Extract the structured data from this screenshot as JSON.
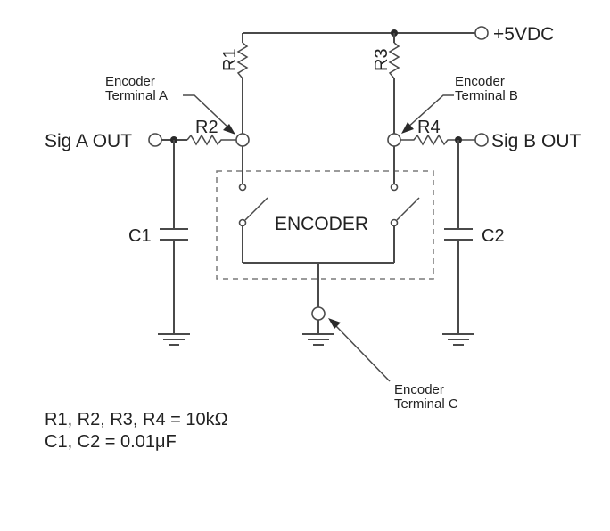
{
  "diagram": {
    "title": "Encoder output pull-up and RC filter circuit",
    "supply_label": "+5VDC",
    "resistors": [
      {
        "id": "R1",
        "label": "R1"
      },
      {
        "id": "R2",
        "label": "R2"
      },
      {
        "id": "R3",
        "label": "R3"
      },
      {
        "id": "R4",
        "label": "R4"
      }
    ],
    "capacitors": [
      {
        "id": "C1",
        "label": "C1"
      },
      {
        "id": "C2",
        "label": "C2"
      }
    ],
    "outputs": {
      "sig_a": "Sig A OUT",
      "sig_b": "Sig B OUT"
    },
    "encoder_label": "ENCODER",
    "callouts": {
      "terminal_a": [
        "Encoder",
        "Terminal A"
      ],
      "terminal_b": [
        "Encoder",
        "Terminal B"
      ],
      "terminal_c": [
        "Encoder",
        "Terminal C"
      ]
    },
    "notes": [
      "R1, R2, R3, R4 = 10kΩ",
      "C1, C2 = 0.01μF"
    ]
  }
}
